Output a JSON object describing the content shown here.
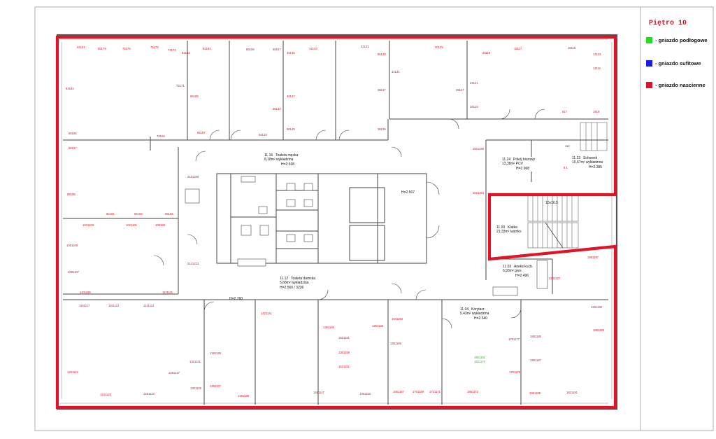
{
  "legend": {
    "title": "Piętro 10",
    "items": [
      {
        "label": "- gniazdo podłogowe",
        "color": "#22dd22"
      },
      {
        "label": "- gniazdo sufitowe",
        "color": "#1a1aee"
      },
      {
        "label": "- gniazdo nascienne",
        "color": "#dd1428"
      }
    ]
  },
  "colors": {
    "outline": "#e01428",
    "wall": "#555555",
    "socket_label": "#d0152a",
    "floor_socket_label": "#22bb22"
  },
  "rooms": [
    {
      "num": "11.16",
      "lines": [
        "Toaleta męska",
        "8,18m²  wykładzina",
        "H=2.538"
      ]
    },
    {
      "num": "11.24",
      "lines": [
        "Pokój biurowy",
        "13,38m²  PCV",
        "H=2.968"
      ]
    },
    {
      "num": "11.23",
      "lines": [
        "Schowek",
        "10,67m²  wykładzina",
        "H=2.385"
      ]
    },
    {
      "num": "11.00",
      "lines": [
        "Klatka",
        "21.33m²  lastriko"
      ]
    },
    {
      "num": "11.03",
      "lines": [
        "Aneks kuch.",
        "6,93m²  gres",
        "H=2.496"
      ]
    },
    {
      "num": "11.12",
      "lines": [
        "Toaleta damska",
        "5,68m²  wykładzina",
        "H=2.560 / 3236"
      ]
    },
    {
      "num": "11.04",
      "lines": [
        "Korytarz",
        "5.43m²  wykładzina",
        "H=2.540"
      ]
    }
  ],
  "height_labels": [
    "H=2.507",
    "H=2.760",
    "10x16.5"
  ],
  "socket_labels": [
    "92181",
    "85179",
    "72176",
    "76175",
    "74173",
    "84183",
    "82181",
    "86159",
    "58157",
    "46145",
    "44143",
    "42141",
    "86139",
    "30129",
    "20119",
    "18117",
    "16115",
    "14113",
    "12111",
    "32131",
    "38137",
    "28127",
    "22121",
    "84182",
    "66165",
    "72171",
    "48147",
    "36133",
    "86185",
    "86187",
    "88188",
    "70169",
    "66167",
    "54133",
    "36149",
    "36135",
    "26123",
    "617",
    "1619",
    "112",
    "2001199",
    "6.1",
    "2101209",
    "2021201",
    "92191",
    "94193",
    "96195",
    "1041103",
    "1021101",
    "100199",
    "1061105",
    "1081107",
    "1101108",
    "1121111",
    "2141213",
    "1861197",
    "2281227",
    "1161117",
    "1161113",
    "1141113",
    "1421141",
    "1361140",
    "1361133",
    "1641163",
    "1621161",
    "1361165",
    "1361159",
    "1521151",
    "1961195",
    "1861193",
    "1761177",
    "1861185",
    "1861187",
    "1761175",
    "1251119",
    "1241123",
    "1261124",
    "1281127",
    "1321131",
    "1361135",
    "1361137",
    "1301126",
    "1461139",
    "1461147",
    "1361153",
    "1661167",
    "1701169",
    "1721171",
    "1861173",
    "1961189",
    "1921191"
  ],
  "floor_socket_labels": [
    "1801181",
    "1821173"
  ]
}
